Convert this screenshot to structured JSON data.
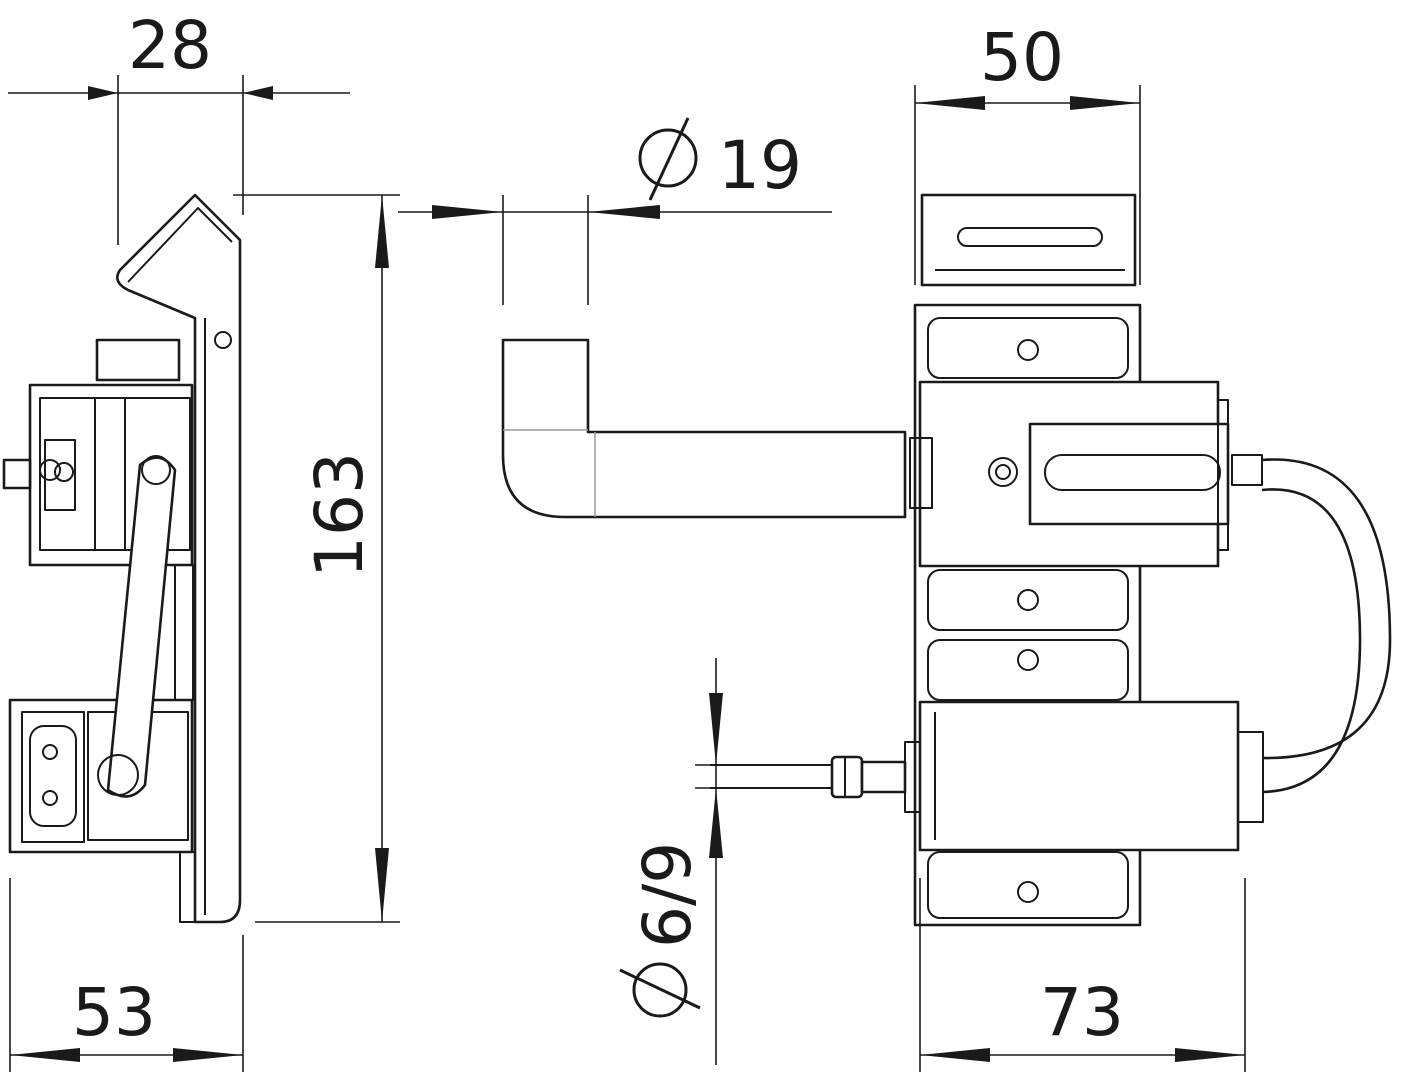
{
  "dimensions": {
    "top_width_side": "28",
    "height": "163",
    "bottom_width_side": "53",
    "handle_diameter": "19",
    "top_width_front": "50",
    "bottom_width_front": "73",
    "cable_diameter": "6/9"
  },
  "diameter_symbol": "⌀"
}
